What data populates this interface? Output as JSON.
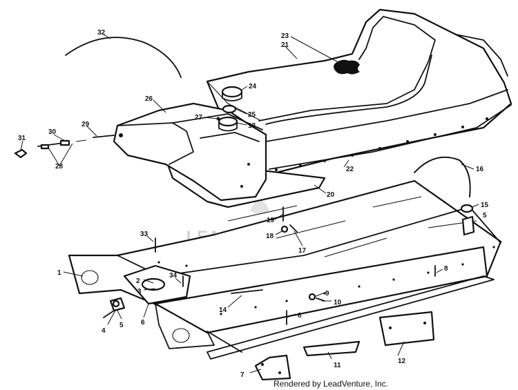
{
  "watermark": "LEADVENTURE",
  "credit": "Rendered by LeadVenture, Inc.",
  "callouts": [
    "1",
    "2",
    "3",
    "4",
    "5",
    "5",
    "6",
    "7",
    "8",
    "8",
    "9",
    "10",
    "11",
    "12",
    "13",
    "14",
    "15",
    "16",
    "17",
    "18",
    "19",
    "20",
    "21",
    "22",
    "23",
    "24",
    "25",
    "26",
    "27",
    "28",
    "29",
    "30",
    "31",
    "32",
    "33",
    "34"
  ]
}
